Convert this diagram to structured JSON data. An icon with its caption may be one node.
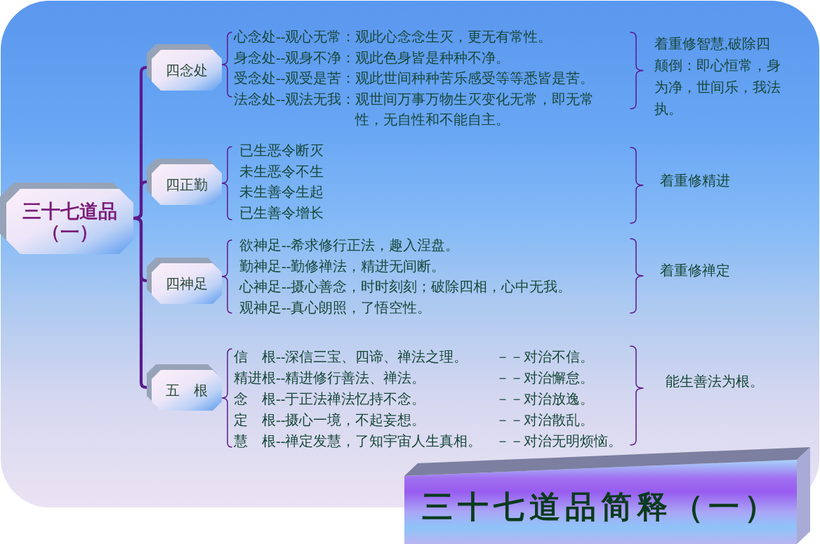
{
  "diagram": {
    "title": "三十七道品简释（一）",
    "nodes": [
      {
        "text": [
          "三十七道品（一）"
        ]
      },
      {
        "text": [
          "四念处"
        ]
      },
      {
        "text": [
          "心念处--观心无常：观此心念念生灭，更无有常性。",
          "身念处--观身不净：观此色身皆是种种不净。",
          "受念处--观受是苦：观此世间种种苦乐感受等等悉皆是苦。",
          "法念处--观法无我：观世间万事万物生灭变化无常，即无常性，无自性和不能自主。"
        ]
      },
      {
        "text": [
          "四正勤"
        ]
      },
      {
        "text": [
          "已生恶令断灭",
          "未生恶令不生",
          "未生善令生起",
          "已生善令增长"
        ]
      },
      {
        "text": [
          "四神足"
        ]
      },
      {
        "text": [
          "欲神足--希求修行正法，趣入涅盘。",
          "勤神足--勤修禅法，精进无间断。",
          "心神足--摄心善念，时时刻刻；破除四相，心中无我。",
          "观神足--真心朗照，了悟空性。"
        ]
      },
      {
        "text": [
          "五　根"
        ]
      },
      {
        "text": [
          "信　根--深信三宝、四谛、禅法之理。",
          "－－对治不信。",
          "精进根--精进修行善法、禅法。",
          "－－对治懈怠。",
          "念　根--于正法禅法忆持不念。",
          "－－对治放逸。",
          "定　根--摄心一境，不起妄想。",
          "－－对治散乱。",
          "慧　根--禅定发慧，了知宇宙人生真相。",
          "－－对治无明烦恼。"
        ]
      }
    ],
    "edges": [
      {
        "from": 0,
        "to": 1,
        "arrow": "none",
        "style": "thick"
      },
      {
        "from": 0,
        "to": 3,
        "arrow": "none",
        "style": "thick"
      },
      {
        "from": 0,
        "to": 5,
        "arrow": "none",
        "style": "thick"
      },
      {
        "from": 0,
        "to": 7,
        "arrow": "none",
        "style": "thick"
      },
      {
        "from": 1,
        "to": 2,
        "arrow": "none"
      },
      {
        "from": 3,
        "to": 4,
        "arrow": "none"
      },
      {
        "from": 5,
        "to": 6,
        "arrow": "none"
      },
      {
        "from": 7,
        "to": 8,
        "arrow": "none"
      }
    ],
    "labels": [
      "着重修智慧,破除四颠倒：即心恒常，身为净，世间乐，我法执。",
      "着重修精进",
      "着重修禅定",
      "能生善法为根。"
    ]
  }
}
